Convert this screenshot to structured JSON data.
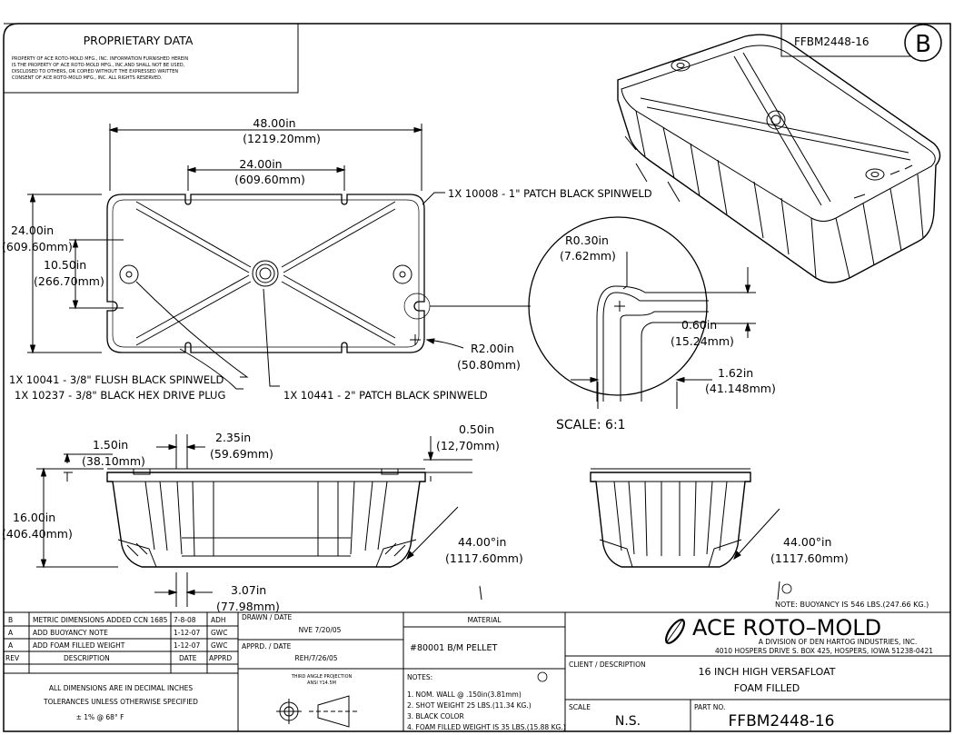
{
  "border_letter": "B",
  "part_tag": "FFBM2448-16",
  "proprietary": {
    "title": "PROPRIETARY DATA",
    "lines": [
      "PROPERTY OF ACE ROTO-MOLD MFG., INC. INFORMATION FURNISHED HEREIN",
      "IS THE PROPERTY OF ACE ROTO-MOLD MFG., INC.AND SHALL NOT BE USED,",
      "DISCLOSED TO OTHERS, OR COPIED WITHOUT THE EXPRESSED WRITTEN",
      "CONSENT OF ACE ROTO-MOLD MFG., INC.  ALL RIGHTS RESERVED."
    ]
  },
  "dims": {
    "overall_length": [
      "48.00in",
      "(1219.20mm)"
    ],
    "slot_spacing": [
      "24.00in",
      "(609.60mm)"
    ],
    "overall_width": [
      "24.00in",
      "(609.60mm)"
    ],
    "hole_spacing": [
      "10.50in",
      "(266.70mm)"
    ],
    "corner_radius": [
      "R2.00in",
      "(50.80mm)"
    ],
    "detail_radius": [
      "R0.30in",
      "(7.62mm)"
    ],
    "slot_depth": [
      "0.60in",
      "(15.24mm)"
    ],
    "slot_length": [
      "1.62in",
      "(41.148mm)"
    ],
    "detail_scale": "SCALE: 6:1",
    "rim_offset": [
      "1.50in",
      "(38.10mm)"
    ],
    "rib_width": [
      "2.35in",
      "(59.69mm)"
    ],
    "lip_height": [
      "0.50in",
      "(12,70mm)"
    ],
    "height": [
      "16.00in",
      "(406.40mm)"
    ],
    "side_angle": [
      "44.00°in",
      "(1117.60mm)"
    ],
    "base_rib": [
      "3.07in",
      "(77.98mm)"
    ],
    "end_angle": [
      "44.00°in",
      "(1117.60mm)"
    ]
  },
  "callouts": {
    "patch_1in": "1X 10008 - 1\" PATCH BLACK SPINWELD",
    "flush": "1X 10041 - 3/8\" FLUSH BLACK SPINWELD",
    "hex_plug": "1X 10237 - 3/8\" BLACK HEX DRIVE PLUG",
    "patch_2in": "1X 10441 - 2\" PATCH BLACK SPINWELD",
    "buoyancy_note": "NOTE: BUOYANCY IS 546 LBS.(247.66 KG.)"
  },
  "revisions": [
    {
      "rev": "B",
      "desc": "METRIC DIMENSIONS ADDED CCN 1685",
      "date": "7-8-08",
      "appr": "ADH"
    },
    {
      "rev": "A",
      "desc": "ADD BUOYANCY NOTE",
      "date": "1-12-07",
      "appr": "GWC"
    },
    {
      "rev": "A",
      "desc": "ADD FOAM FILLED WEIGHT",
      "date": "1-12-07",
      "appr": "GWC"
    }
  ],
  "rev_headers": {
    "rev": "REV",
    "desc": "DESCRIPTION",
    "date": "DATE",
    "appr": "APPRD"
  },
  "tolerance": {
    "line1": "ALL DIMENSIONS ARE IN DECIMAL INCHES",
    "line2": "TOLERANCES UNLESS OTHERWISE SPECIFIED",
    "line3": "±  1% @ 68° F"
  },
  "drawn": {
    "label": "DRAWN / DATE",
    "value": "NVE 7/20/05"
  },
  "approved": {
    "label": "APPRD. / DATE",
    "value": "REH/7/26/05"
  },
  "projection": {
    "line1": "THIRD ANGLE PROJECTION",
    "line2": "ANSI Y14.5M"
  },
  "material": {
    "label": "MATERIAL",
    "value": "#80001 B/M PELLET"
  },
  "notes": {
    "label": "NOTES:",
    "items": [
      "1. NOM. WALL @ .150in(3.81mm)",
      "2. SHOT WEIGHT 25 LBS.(11.34 KG.)",
      "3. BLACK COLOR",
      "4. FOAM FILLED WEIGHT IS 35 LBS.(15.88 KG.)"
    ]
  },
  "company": {
    "name": "ACE  ROTO–MOLD",
    "sub": "A DIVISION OF DEN HARTOG INDUSTRIES, INC.",
    "address": "4010 HOSPERS DRIVE S.  BOX 425, HOSPERS, IOWA 51238-0421"
  },
  "client": {
    "label": "CLIENT / DESCRIPTION",
    "line1": "16 INCH HIGH VERSAFLOAT",
    "line2": "FOAM FILLED"
  },
  "scale": {
    "label": "SCALE",
    "value": "N.S."
  },
  "part_no": {
    "label": "PART NO.",
    "value": "FFBM2448-16"
  }
}
